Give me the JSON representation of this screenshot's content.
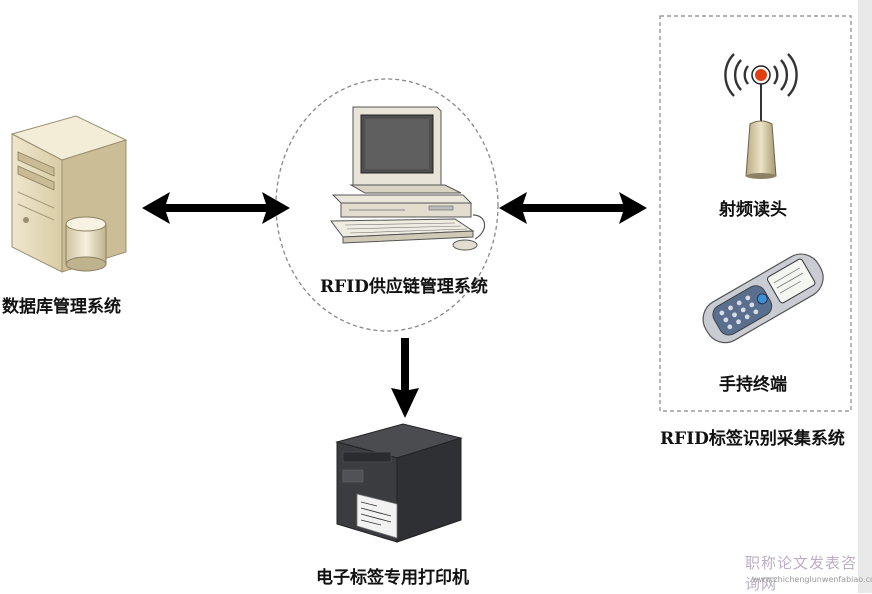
{
  "labels": {
    "database": "数据库管理系统",
    "supply_chain": "RFID供应链管理系统",
    "reader": "射频读头",
    "handheld": "手持终端",
    "collection": "RFID标签识别采集系统",
    "printer": "电子标签专用打印机"
  },
  "watermark": {
    "cn": "职称论文发表咨询网",
    "en": "www.zhichenglunwenfabiao.com"
  },
  "colors": {
    "arrow": "#000000",
    "dashed_border": "#888888",
    "reader_signal": "#e04010"
  }
}
